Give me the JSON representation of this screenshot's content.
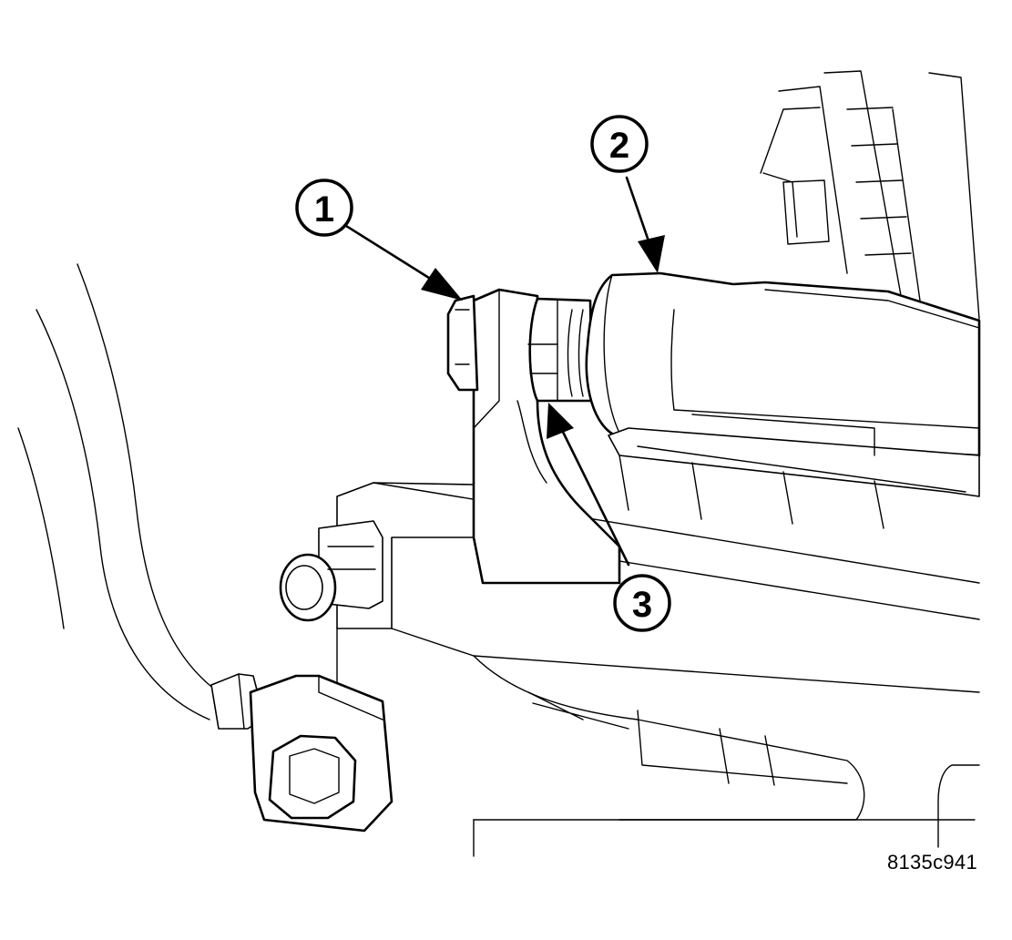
{
  "figure_id": "8135c941",
  "callouts": [
    {
      "number": "1"
    },
    {
      "number": "2"
    },
    {
      "number": "3"
    }
  ]
}
